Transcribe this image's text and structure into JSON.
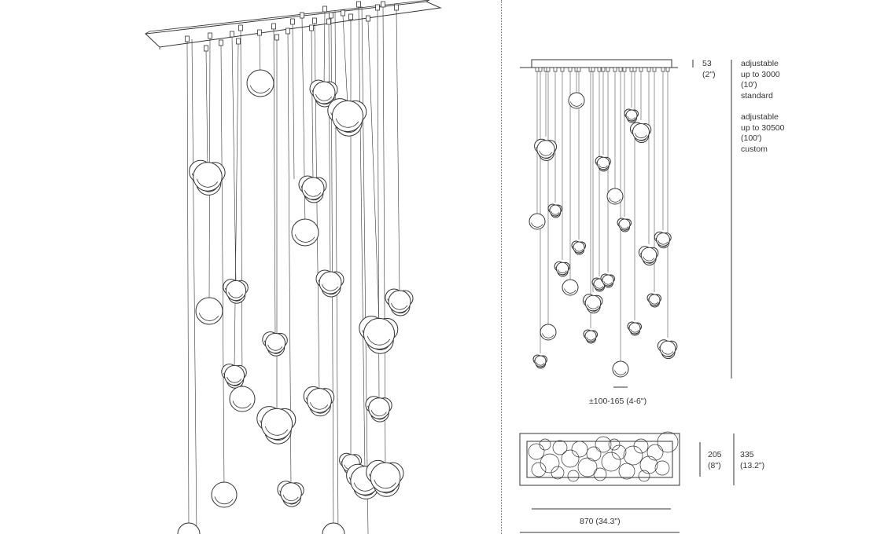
{
  "drawing": {
    "stroke_color": "#333333",
    "glass_fill": "#ffffff",
    "divider_style": "dotted"
  },
  "dimensions": {
    "canopy_height": {
      "mm": "53",
      "inch": "(2\")"
    },
    "cable_standard": {
      "line1": "adjustable",
      "line2": "up to 3000",
      "line3": "(10')",
      "line4": "standard"
    },
    "cable_custom": {
      "line1": "adjustable",
      "line2": "up to 30500",
      "line3": "(100')",
      "line4": "custom"
    },
    "pendant_drop": "±100-165 (4-6\")",
    "canopy_width": "870 (34.3\")",
    "plan_depth_inner": {
      "mm": "205",
      "inch": "(8\")"
    },
    "plan_depth_outer": {
      "mm": "335",
      "inch": "(13.2\")"
    }
  }
}
